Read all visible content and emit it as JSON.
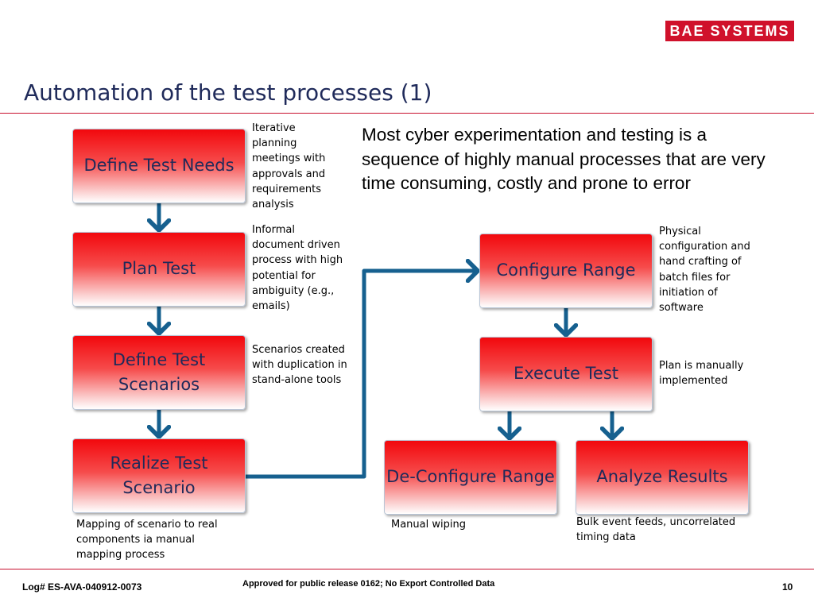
{
  "header": {
    "logo": "BAE SYSTEMS",
    "title": "Automation of the test processes (1)"
  },
  "intro": "Most cyber experimentation and testing is a sequence of highly manual processes that are very time consuming, costly and prone to error",
  "steps": {
    "define_needs": {
      "label": "Define Test Needs",
      "note": "Iterative planning meetings with approvals and requirements analysis"
    },
    "plan_test": {
      "label": "Plan Test",
      "note": "Informal document driven process with high potential for ambiguity (e.g., emails)"
    },
    "define_scenarios": {
      "label": "Define Test Scenarios",
      "note": "Scenarios created with duplication in stand-alone tools"
    },
    "realize_scenario": {
      "label": "Realize Test Scenario",
      "note": "Mapping of scenario to real components ia manual mapping process"
    },
    "configure_range": {
      "label": "Configure Range",
      "note": "Physical configuration and hand crafting of batch files for initiation of software"
    },
    "execute_test": {
      "label": "Execute Test",
      "note": "Plan is manually implemented"
    },
    "deconfigure_range": {
      "label": "De-Configure Range",
      "note": "Manual wiping"
    },
    "analyze_results": {
      "label": "Analyze Results",
      "note": "Bulk event feeds, uncorrelated timing data"
    }
  },
  "footer": {
    "log": "Log# ES-AVA-040912-0073",
    "approval": "Approved for public release 0162; No Export Controlled Data",
    "page": "10"
  },
  "colors": {
    "brand_red": "#d0112b",
    "arrow_blue": "#16608f",
    "title_navy": "#1f2a5a"
  }
}
